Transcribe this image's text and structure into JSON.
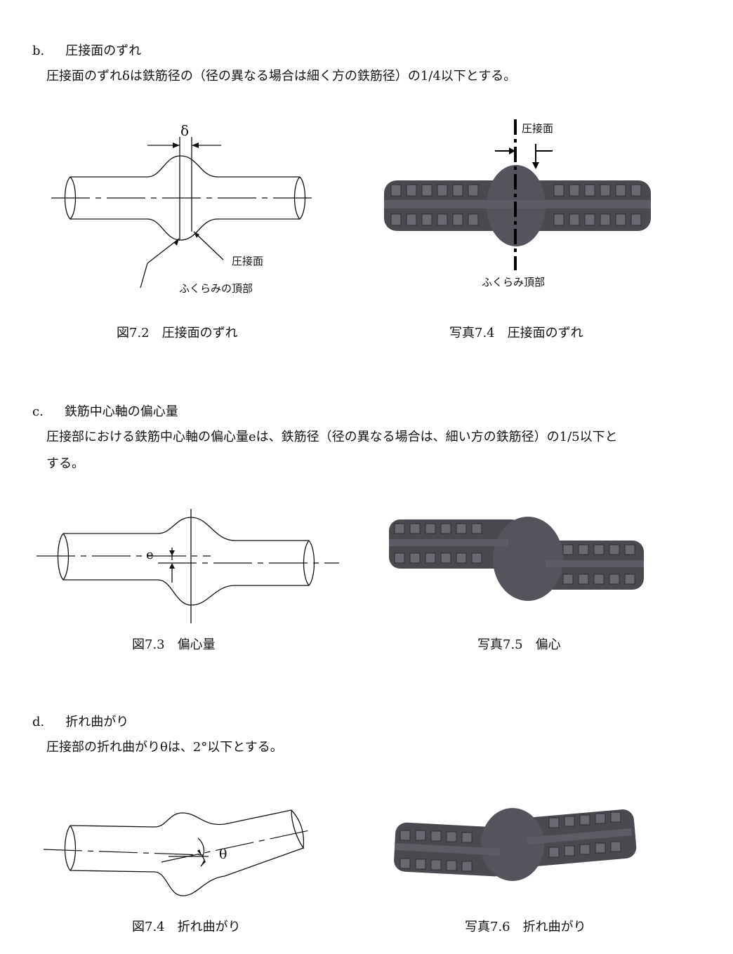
{
  "sections": [
    {
      "marker": "b.",
      "heading": "圧接面のずれ",
      "text_lines": [
        "圧接面のずれδは鉄筋径の（径の異なる場合は細く方の鉄筋径）の1/4以下とする。"
      ],
      "figure": {
        "labels": {
          "delta": "δ",
          "surface": "圧接面",
          "bulge_top": "ふくらみの頂部"
        },
        "caption": "図7.2　圧接面のずれ"
      },
      "photo": {
        "labels": {
          "surface": "圧接面",
          "bulge_top": "ふくらみ頂部"
        },
        "caption": "写真7.4　圧接面のずれ"
      }
    },
    {
      "marker": "c.",
      "heading": "鉄筋中心軸の偏心量",
      "text_lines": [
        "圧接部における鉄筋中心軸の偏心量eは、鉄筋径（径の異なる場合は、細い方の鉄筋径）の1/5以下と",
        "する。"
      ],
      "figure": {
        "labels": {
          "e": "e"
        },
        "caption": "図7.3　偏心量"
      },
      "photo": {
        "caption": "写真7.5　偏心"
      }
    },
    {
      "marker": "d.",
      "heading": "折れ曲がり",
      "text_lines": [
        "圧接部の折れ曲がりθは、2°以下とする。"
      ],
      "figure": {
        "labels": {
          "theta": "θ"
        },
        "caption": "図7.4　折れ曲がり"
      },
      "photo": {
        "caption": "写真7.6　折れ曲がり"
      }
    }
  ]
}
